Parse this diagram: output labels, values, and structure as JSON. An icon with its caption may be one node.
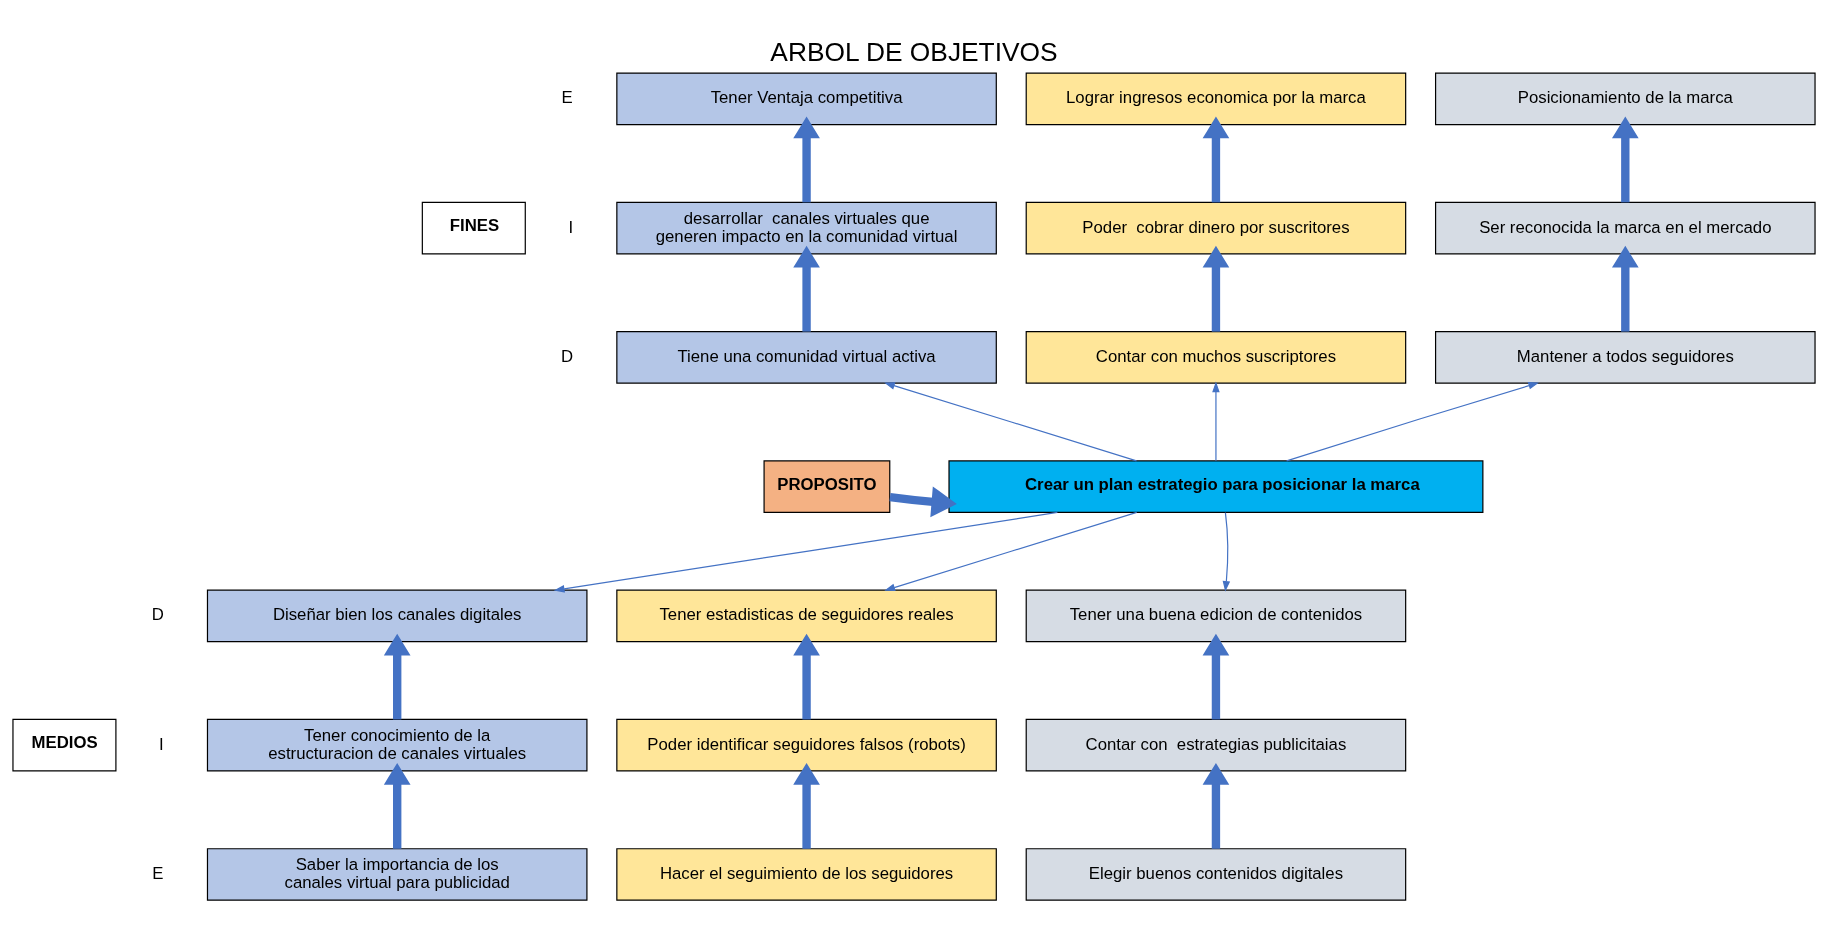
{
  "diagram": {
    "title": "ARBOL DE OBJETIVOS",
    "nodes": [
      {
        "text": [
          "FINES"
        ]
      },
      {
        "text": [
          "Tener Ventaja competitiva"
        ]
      },
      {
        "text": [
          "Lograr ingresos economica por la marca"
        ]
      },
      {
        "text": [
          "Posicionamiento de la marca"
        ]
      },
      {
        "text": [
          "desarrollar  canales virtuales que generen impacto en la comunidad virtual"
        ]
      },
      {
        "text": [
          "Poder  cobrar dinero por suscritores"
        ]
      },
      {
        "text": [
          "Ser reconocida la marca en el mercado"
        ]
      },
      {
        "text": [
          "Tiene una comunidad virtual activa"
        ]
      },
      {
        "text": [
          "Contar con muchos suscriptores"
        ]
      },
      {
        "text": [
          "Mantener a todos seguidores"
        ]
      },
      {
        "text": [
          "PROPOSITO"
        ]
      },
      {
        "text": [
          "Crear un plan estrategio para posicionar la marca"
        ]
      },
      {
        "text": [
          "MEDIOS"
        ]
      },
      {
        "text": [
          "Diseñar bien los canales digitales"
        ]
      },
      {
        "text": [
          "Tener estadisticas de seguidores reales"
        ]
      },
      {
        "text": [
          "Tener una buena edicion de contenidos"
        ]
      },
      {
        "text": [
          "Tener conocimiento de la estructuracion de canales virtuales"
        ]
      },
      {
        "text": [
          "Poder identificar seguidores falsos (robots)"
        ]
      },
      {
        "text": [
          "Contar con  estrategias publicitaias"
        ]
      },
      {
        "text": [
          "Saber la importancia de los canales virtual para publicidad"
        ]
      },
      {
        "text": [
          "Hacer el seguimiento de los seguidores"
        ]
      },
      {
        "text": [
          "Elegir buenos contenidos digitales"
        ]
      }
    ],
    "edges": [
      {
        "from": 4,
        "to": 1,
        "arrow": "to"
      },
      {
        "from": 5,
        "to": 2,
        "arrow": "to"
      },
      {
        "from": 6,
        "to": 3,
        "arrow": "to"
      },
      {
        "from": 7,
        "to": 4,
        "arrow": "to"
      },
      {
        "from": 8,
        "to": 5,
        "arrow": "to"
      },
      {
        "from": 9,
        "to": 6,
        "arrow": "to"
      },
      {
        "from": 11,
        "to": 7,
        "arrow": "to"
      },
      {
        "from": 11,
        "to": 8,
        "arrow": "to"
      },
      {
        "from": 11,
        "to": 9,
        "arrow": "to"
      },
      {
        "from": 10,
        "to": 11,
        "arrow": "to"
      },
      {
        "from": 11,
        "to": 13,
        "arrow": "to"
      },
      {
        "from": 11,
        "to": 14,
        "arrow": "to"
      },
      {
        "from": 11,
        "to": 15,
        "arrow": "to"
      },
      {
        "from": 16,
        "to": 13,
        "arrow": "to"
      },
      {
        "from": 17,
        "to": 14,
        "arrow": "to"
      },
      {
        "from": 18,
        "to": 15,
        "arrow": "to"
      },
      {
        "from": 19,
        "to": 16,
        "arrow": "to"
      },
      {
        "from": 20,
        "to": 17,
        "arrow": "to"
      },
      {
        "from": 21,
        "to": 18,
        "arrow": "to"
      }
    ],
    "labels": [
      "E",
      "I",
      "D",
      "D",
      "I",
      "E"
    ]
  }
}
